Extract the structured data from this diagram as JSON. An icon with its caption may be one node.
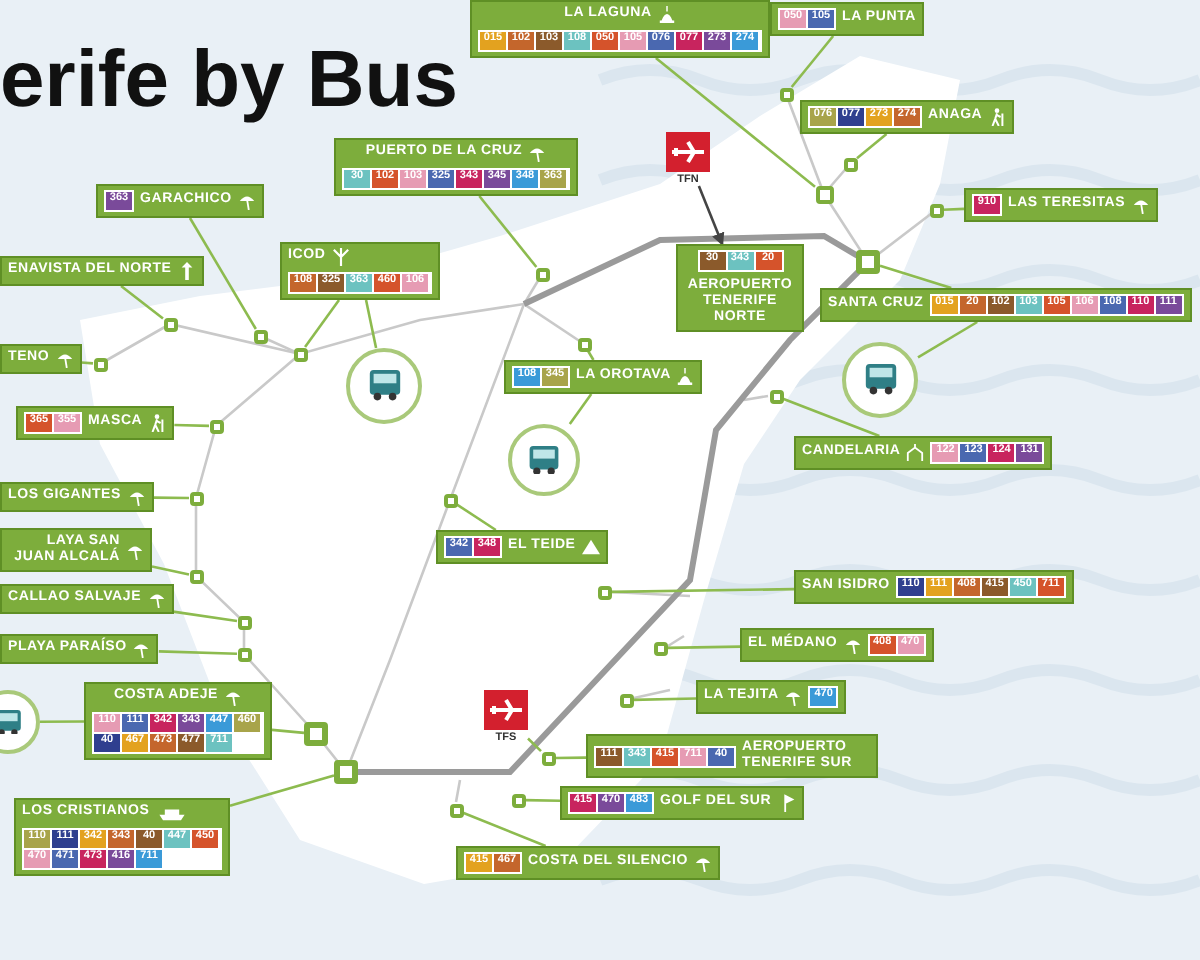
{
  "diagram": {
    "title": "erife by Bus",
    "nodes": [
      {
        "text": [
          "LA LAGUNA",
          "015",
          "102",
          "103",
          "108",
          "050",
          "105",
          "076",
          "077",
          "273",
          "274"
        ]
      },
      {
        "text": [
          "050",
          "105",
          "LA PUNTA"
        ]
      },
      {
        "text": [
          "076",
          "077",
          "273",
          "274",
          "ANAGA"
        ]
      },
      {
        "text": [
          "PUERTO DE LA CRUZ",
          "30",
          "102",
          "103",
          "325",
          "343",
          "345",
          "348",
          "363"
        ]
      },
      {
        "text": [
          "363",
          "GARACHICO"
        ]
      },
      {
        "text": [
          "ICOD",
          "108",
          "325",
          "363",
          "460",
          "106"
        ]
      },
      {
        "text": [
          "ENAVISTA DEL NORTE"
        ]
      },
      {
        "text": [
          "TENO"
        ]
      },
      {
        "text": [
          "365",
          "355",
          "MASCA"
        ]
      },
      {
        "text": [
          "108",
          "345",
          "LA OROTAVA"
        ]
      },
      {
        "text": [
          "30",
          "343",
          "20",
          "AEROPUERTO TENERIFE NORTE"
        ]
      },
      {
        "text": [
          "910",
          "LAS TERESITAS"
        ]
      },
      {
        "text": [
          "SANTA CRUZ",
          "015",
          "20",
          "102",
          "103",
          "105",
          "106",
          "108",
          "110",
          "111"
        ]
      },
      {
        "text": [
          "CANDELARIA",
          "122",
          "123",
          "124",
          "131"
        ]
      },
      {
        "text": [
          "LOS GIGANTES"
        ]
      },
      {
        "text": [
          "LAYA SAN JUAN ALCALÁ"
        ]
      },
      {
        "text": [
          "CALLAO SALVAJE"
        ]
      },
      {
        "text": [
          "PLAYA PARAÍSO"
        ]
      },
      {
        "text": [
          "342",
          "348",
          "EL TEIDE"
        ]
      },
      {
        "text": [
          "SAN ISIDRO",
          "110",
          "111",
          "408",
          "415",
          "450",
          "711"
        ]
      },
      {
        "text": [
          "EL MÉDANO",
          "408",
          "470"
        ]
      },
      {
        "text": [
          "LA TEJITA",
          "470"
        ]
      },
      {
        "text": [
          "111",
          "343",
          "415",
          "711",
          "40",
          "AEROPUERTO TENERIFE SUR"
        ]
      },
      {
        "text": [
          "415",
          "470",
          "483",
          "GOLF DEL SUR"
        ]
      },
      {
        "text": [
          "415",
          "467",
          "COSTA DEL SILENCIO"
        ]
      },
      {
        "text": [
          "COSTA ADEJE",
          "110",
          "111",
          "342",
          "343",
          "447",
          "460",
          "40",
          "467",
          "473",
          "477",
          "711"
        ]
      },
      {
        "text": [
          "LOS CRISTIANOS",
          "110",
          "111",
          "342",
          "343",
          "40",
          "447",
          "450",
          "470",
          "471",
          "473",
          "416",
          "711"
        ]
      },
      {
        "text": [
          "TFN"
        ]
      },
      {
        "text": [
          "TFS"
        ]
      },
      {
        "text": [],
        "shape": "circle"
      },
      {
        "text": [],
        "shape": "circle"
      },
      {
        "text": [],
        "shape": "circle"
      },
      {
        "text": [],
        "shape": "circle"
      },
      {
        "text": [],
        "shape": "box"
      },
      {
        "text": [],
        "shape": "box"
      },
      {
        "text": [],
        "shape": "box"
      },
      {
        "text": [],
        "shape": "box"
      },
      {
        "text": [],
        "shape": "box"
      },
      {
        "text": [],
        "shape": "box"
      },
      {
        "text": [],
        "shape": "box"
      },
      {
        "text": [],
        "shape": "box"
      },
      {
        "text": [],
        "shape": "box"
      },
      {
        "text": [],
        "shape": "box"
      },
      {
        "text": [],
        "shape": "box"
      },
      {
        "text": [],
        "shape": "box"
      },
      {
        "text": [],
        "shape": "box"
      },
      {
        "text": [],
        "shape": "box"
      },
      {
        "text": [],
        "shape": "box"
      },
      {
        "text": [],
        "shape": "box"
      },
      {
        "text": [],
        "shape": "box"
      },
      {
        "text": [],
        "shape": "box"
      },
      {
        "text": [],
        "shape": "box"
      },
      {
        "text": [],
        "shape": "box"
      },
      {
        "text": [],
        "shape": "box"
      },
      {
        "text": [],
        "shape": "box"
      },
      {
        "text": [],
        "shape": "box"
      },
      {
        "text": [],
        "shape": "box"
      },
      {
        "text": [],
        "shape": "box"
      },
      {
        "text": [],
        "shape": "box"
      }
    ],
    "edges": [
      {
        "from": 0,
        "to": 33,
        "arrow": "none"
      },
      {
        "from": 1,
        "to": 34,
        "arrow": "none"
      },
      {
        "from": 2,
        "to": 35,
        "arrow": "none"
      },
      {
        "from": 3,
        "to": 36,
        "arrow": "none"
      },
      {
        "from": 4,
        "to": 37,
        "arrow": "none"
      },
      {
        "from": 5,
        "to": 38,
        "arrow": "none"
      },
      {
        "from": 6,
        "to": 39,
        "arrow": "none"
      },
      {
        "from": 7,
        "to": 40,
        "arrow": "none"
      },
      {
        "from": 8,
        "to": 41,
        "arrow": "none"
      },
      {
        "from": 9,
        "to": 42,
        "arrow": "none"
      },
      {
        "from": 11,
        "to": 43,
        "arrow": "none"
      },
      {
        "from": 12,
        "to": 44,
        "arrow": "none"
      },
      {
        "from": 13,
        "to": 45,
        "arrow": "none"
      },
      {
        "from": 14,
        "to": 46,
        "arrow": "none"
      },
      {
        "from": 15,
        "to": 47,
        "arrow": "none"
      },
      {
        "from": 16,
        "to": 48,
        "arrow": "none"
      },
      {
        "from": 17,
        "to": 49,
        "arrow": "none"
      },
      {
        "from": 18,
        "to": 50,
        "arrow": "none"
      },
      {
        "from": 19,
        "to": 51,
        "arrow": "none"
      },
      {
        "from": 20,
        "to": 52,
        "arrow": "none"
      },
      {
        "from": 21,
        "to": 53,
        "arrow": "none"
      },
      {
        "from": 22,
        "to": 54,
        "arrow": "none"
      },
      {
        "from": 23,
        "to": 55,
        "arrow": "none"
      },
      {
        "from": 24,
        "to": 56,
        "arrow": "none"
      },
      {
        "from": 25,
        "to": 57,
        "arrow": "none"
      },
      {
        "from": 26,
        "to": 58,
        "arrow": "none"
      },
      {
        "from": 27,
        "to": 10,
        "arrow": "to",
        "color": "#444444"
      },
      {
        "from": 28,
        "to": 54,
        "arrow": "none"
      },
      {
        "from": 5,
        "to": 29,
        "arrow": "none"
      },
      {
        "from": 9,
        "to": 30,
        "arrow": "none"
      },
      {
        "from": 12,
        "to": 31,
        "arrow": "none"
      },
      {
        "from": 25,
        "to": 32,
        "arrow": "none"
      }
    ]
  }
}
